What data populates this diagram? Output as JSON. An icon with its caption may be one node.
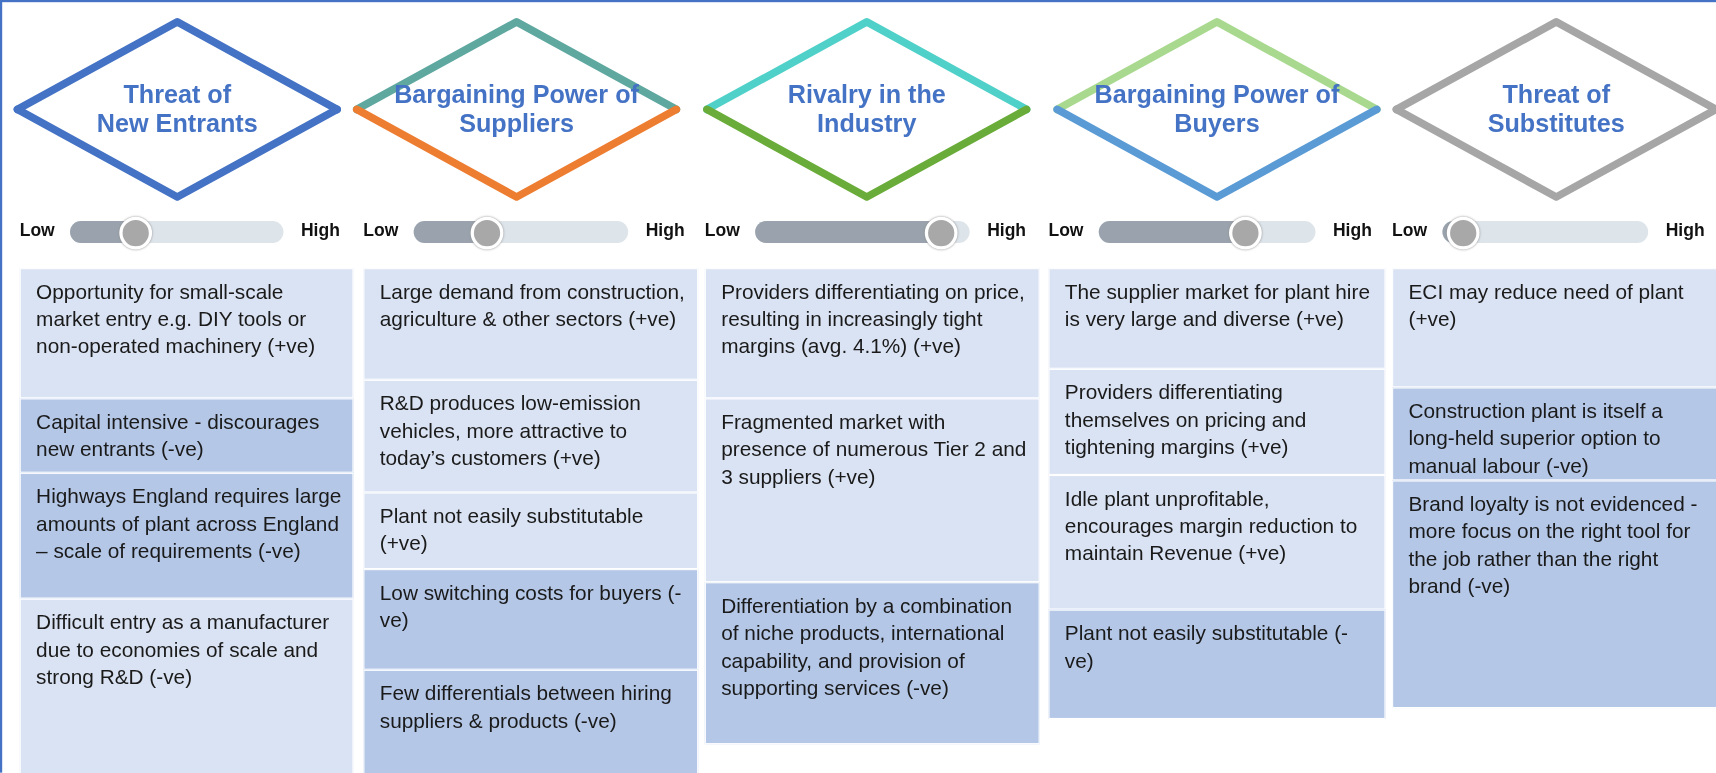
{
  "diagram": {
    "nodes": [
      {
        "text": [
          "Threat of New Entrants"
        ]
      },
      {
        "text": [
          "Opportunity for small-scale market entry e.g. DIY tools or non-operated machinery (+ve)"
        ]
      },
      {
        "text": [
          "Capital intensive - discourages new entrants (-ve)"
        ]
      },
      {
        "text": [
          "Highways England requires large amounts of plant across England – scale of requirements (-ve)"
        ]
      },
      {
        "text": [
          "Difficult entry as a manufacturer due to economies of scale and strong R&D (-ve)"
        ]
      },
      {
        "text": [
          "Bargaining Power of Suppliers"
        ]
      },
      {
        "text": [
          "Large demand from construction, agriculture & other sectors (+ve)"
        ]
      },
      {
        "text": [
          "R&D produces low-emission vehicles, more attractive to today’s customers (+ve)"
        ]
      },
      {
        "text": [
          "Plant not easily substitutable (+ve)"
        ]
      },
      {
        "text": [
          "Low switching costs for buyers (-ve)"
        ]
      },
      {
        "text": [
          "Few differentials between hiring suppliers & products (-ve)"
        ]
      },
      {
        "text": [
          "Rivalry in the Industry"
        ]
      },
      {
        "text": [
          "Providers differentiating on price, resulting in increasingly tight margins (avg. 4.1%) (+ve)"
        ]
      },
      {
        "text": [
          "Fragmented market with presence of numerous Tier 2 and 3 suppliers (+ve)"
        ]
      },
      {
        "text": [
          "Differentiation by a combination of niche products, international capability, and provision of supporting services (-ve)"
        ]
      },
      {
        "text": [
          "Bargaining Power of Buyers"
        ]
      },
      {
        "text": [
          "The supplier market for plant hire is very large and diverse (+ve)"
        ]
      },
      {
        "text": [
          "Providers differentiating themselves on pricing and tightening margins (+ve)"
        ]
      },
      {
        "text": [
          "Idle plant unprofitable, encourages margin reduction to maintain Revenue (+ve)"
        ]
      },
      {
        "text": [
          "Plant not easily substitutable (-ve)"
        ]
      },
      {
        "text": [
          "Threat of Substitutes"
        ]
      },
      {
        "text": [
          "ECI may reduce need of plant (+ve)"
        ]
      },
      {
        "text": [
          "Construction plant is itself a long-held superior option to manual labour (-ve)"
        ]
      },
      {
        "text": [
          "Brand loyalty is not evidenced - more focus on the right tool for the job rather than the right brand (-ve)"
        ]
      }
    ],
    "edges": [],
    "labels": [
      "Low",
      "High",
      "Low",
      "High",
      "Low",
      "High",
      "Low",
      "High",
      "Low",
      "High"
    ]
  }
}
